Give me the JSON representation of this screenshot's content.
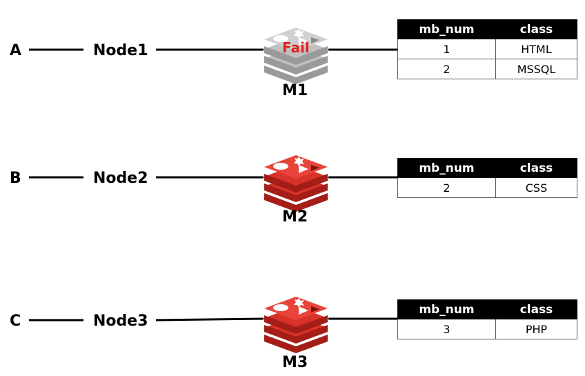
{
  "rows": [
    {
      "client": "A",
      "node": "Node1",
      "server": "M1",
      "failed": true,
      "status_text": "Fail",
      "table": {
        "headers": [
          "mb_num",
          "class"
        ],
        "rows": [
          [
            "1",
            "HTML"
          ],
          [
            "2",
            "MSSQL"
          ]
        ]
      }
    },
    {
      "client": "B",
      "node": "Node2",
      "server": "M2",
      "failed": false,
      "table": {
        "headers": [
          "mb_num",
          "class"
        ],
        "rows": [
          [
            "2",
            "CSS"
          ]
        ]
      }
    },
    {
      "client": "C",
      "node": "Node3",
      "server": "M3",
      "failed": false,
      "table": {
        "headers": [
          "mb_num",
          "class"
        ],
        "rows": [
          [
            "3",
            "PHP"
          ]
        ]
      }
    }
  ],
  "colors": {
    "redis_top": "#e8443a",
    "redis_mid": "#c8281e",
    "redis_dark": "#a41d17",
    "failed_top": "#d0d0d0",
    "failed_mid": "#b4b4b4",
    "failed_dark": "#9a9a9a",
    "fail_text": "#e8201a"
  }
}
